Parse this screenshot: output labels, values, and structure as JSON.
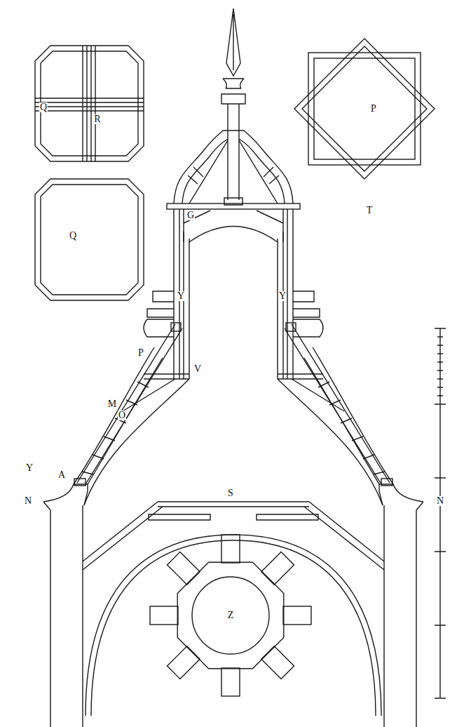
{
  "diagram": {
    "labels": [
      "Q",
      "R",
      "P",
      "Q",
      "T",
      "G",
      "Y",
      "Y",
      "P",
      "V",
      "M",
      "O",
      "Y",
      "A",
      "N",
      "S",
      "N",
      "Z"
    ]
  }
}
